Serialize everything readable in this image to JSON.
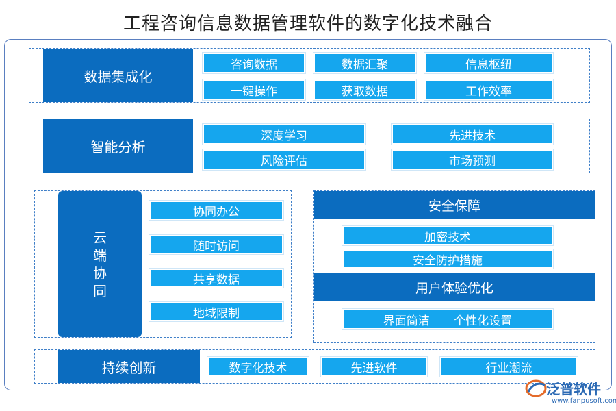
{
  "title": "工程咨询信息数据管理软件的数字化技术融合",
  "sections": {
    "data_integration": {
      "label": "数据集成化",
      "items": [
        "咨询数据",
        "数据汇聚",
        "信息枢纽",
        "一键操作",
        "获取数据",
        "工作效率"
      ]
    },
    "smart_analysis": {
      "label": "智能分析",
      "items": [
        "深度学习",
        "先进技术",
        "风险评估",
        "市场预测"
      ]
    },
    "cloud_collab": {
      "label_chars": [
        "云",
        "端",
        "协",
        "同"
      ],
      "items": [
        "协同办公",
        "随时访问",
        "共享数据",
        "地域限制"
      ]
    },
    "security": {
      "label": "安全保障",
      "items": [
        "加密技术",
        "安全防护措施"
      ]
    },
    "user_experience": {
      "label": "用户体验优化",
      "items": [
        "界面简洁",
        "个性化设置"
      ]
    },
    "innovation": {
      "label": "持续创新",
      "items": [
        "数字化技术",
        "先进软件",
        "行业潮流"
      ]
    }
  },
  "logo": {
    "name": "泛普软件",
    "url": "www.fanpusoft.com"
  },
  "colors": {
    "label_blue": "#0b6cbf",
    "pill_blue": "#15a6ee",
    "dash_blue": "#3f7fc8"
  }
}
